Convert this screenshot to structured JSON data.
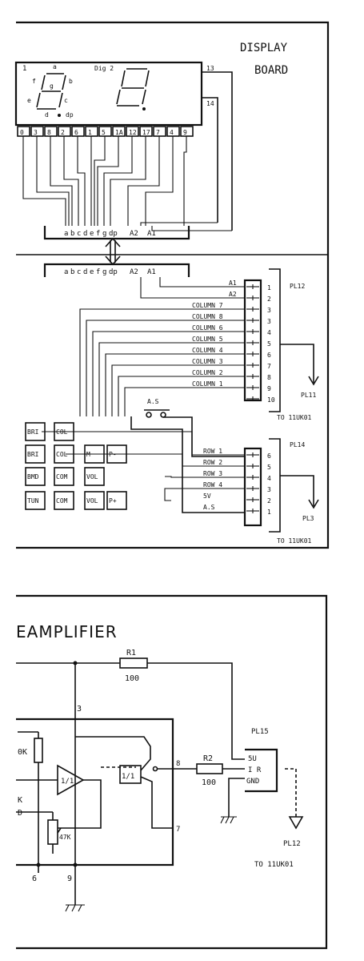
{
  "display_board": {
    "title_line1": "DISPLAY",
    "title_line2": "BOARD",
    "digit_label": "Dig 2",
    "segment_letters": [
      "a",
      "b",
      "c",
      "d",
      "e",
      "f",
      "g",
      "dp"
    ],
    "pin_top": [
      "13",
      "14"
    ],
    "pin_row": [
      "0",
      "3",
      "8",
      "2",
      "6",
      "1",
      "5",
      "1A",
      "12",
      "17",
      "7",
      "4",
      "9"
    ],
    "bus_labels": [
      "a",
      "b",
      "c",
      "d",
      "e",
      "f",
      "g",
      "dp",
      "A2",
      "A1"
    ],
    "bus_labels_lower": [
      "a",
      "b",
      "c",
      "d",
      "e",
      "f",
      "g",
      "dp",
      "A2",
      "A1"
    ]
  },
  "pl12": {
    "name": "PL12",
    "signals": [
      "A1",
      "A2",
      "COLUMN 7",
      "COLUMN 8",
      "COLUMN 6",
      "COLUMN 5",
      "COLUMN 4",
      "COLUMN 3",
      "COLUMN 2",
      "COLUMN 1"
    ],
    "pins": [
      "1",
      "2",
      "3",
      "3",
      "4",
      "5",
      "6",
      "7",
      "8",
      "9",
      "10"
    ],
    "dest": "PL11",
    "to": "TO 11UK01"
  },
  "pl14": {
    "name": "PL14",
    "switch_label": "A.S",
    "signals": [
      "ROW 1",
      "ROW 2",
      "ROW 3",
      "ROW 4",
      "5V",
      "A.S"
    ],
    "pins": [
      "6",
      "5",
      "4",
      "3",
      "2",
      "1"
    ],
    "dest": "PL3",
    "to": "TO 11UK01"
  },
  "keypad": {
    "rows": [
      [
        "BRI",
        "COL",
        "",
        ""
      ],
      [
        "BRI",
        "COL",
        "M",
        "P-"
      ],
      [
        "BMD",
        "COM",
        "VOL",
        ""
      ],
      [
        "TUN",
        "COM",
        "VOL",
        "P+"
      ]
    ]
  },
  "preamp": {
    "title": "EAMPLIFIER",
    "r1_name": "R1",
    "r1_value": "100",
    "r2_name": "R2",
    "r2_value": "100",
    "node_3": "3",
    "node_6": "6",
    "node_7": "7",
    "node_8": "8",
    "node_9": "9",
    "amp_label": "1/1",
    "inv_label": "1/1",
    "left_partial_1": "0K",
    "left_partial_2": "K",
    "left_partial_3": "D",
    "pot_label": "47K",
    "pl15_name": "PL15",
    "pl15_pins": [
      "5U",
      "I R",
      "GND"
    ],
    "dest": "PL12",
    "to": "TO 11UK01"
  }
}
